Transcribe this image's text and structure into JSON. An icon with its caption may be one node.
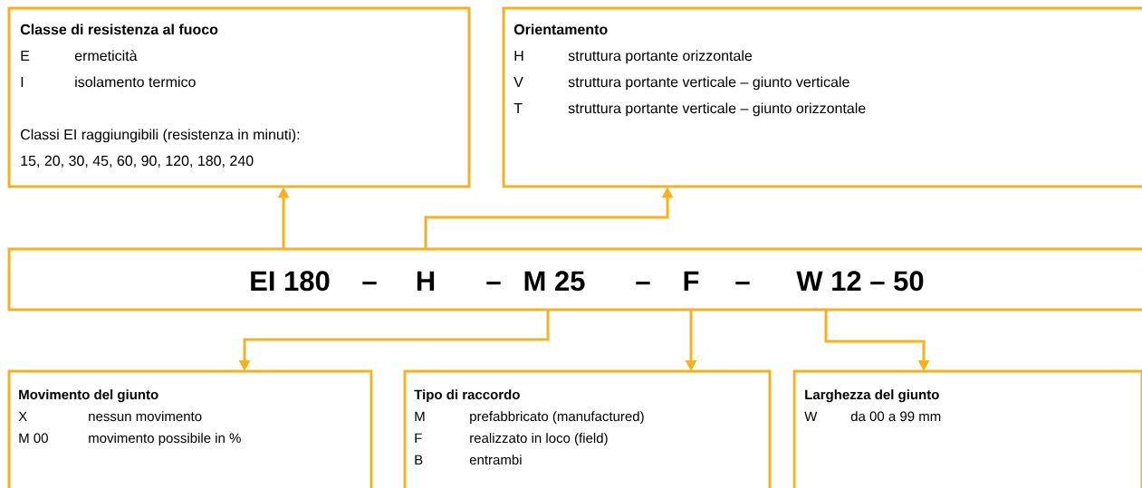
{
  "diagram": {
    "nodes": [
      {
        "text": [
          "Classe di resistenza al fuoco",
          "E",
          "ermeticità",
          "I",
          "isolamento termico",
          "Classi EI raggiungibili (resistenza in minuti):",
          "15, 20, 30, 45, 60, 90, 120, 180, 240"
        ]
      },
      {
        "text": [
          "Orientamento",
          "H",
          "struttura portante orizzontale",
          "V",
          "struttura portante verticale – giunto verticale",
          "T",
          "struttura portante verticale – giunto orizzontale"
        ]
      },
      {
        "text": [
          "EI 180",
          "–",
          "H",
          "–",
          "M 25",
          "–",
          "F",
          "–",
          "W 12 – 50"
        ]
      },
      {
        "text": [
          "Movimento del giunto",
          "X",
          "nessun movimento",
          "M 00",
          "movimento possibile in %"
        ]
      },
      {
        "text": [
          "Tipo di raccordo",
          "M",
          "prefabbricato (manufactured)",
          "F",
          "realizzato in loco (field)",
          "B",
          "entrambi"
        ]
      },
      {
        "text": [
          "Larghezza del giunto",
          "W",
          "da 00 a 99 mm"
        ]
      }
    ],
    "edges": [
      {
        "from": 2,
        "to": 0,
        "arrow": "to"
      },
      {
        "from": 2,
        "to": 1,
        "arrow": "to"
      },
      {
        "from": 2,
        "to": 3,
        "arrow": "to"
      },
      {
        "from": 2,
        "to": 4,
        "arrow": "to"
      },
      {
        "from": 2,
        "to": 5,
        "arrow": "to"
      }
    ]
  }
}
